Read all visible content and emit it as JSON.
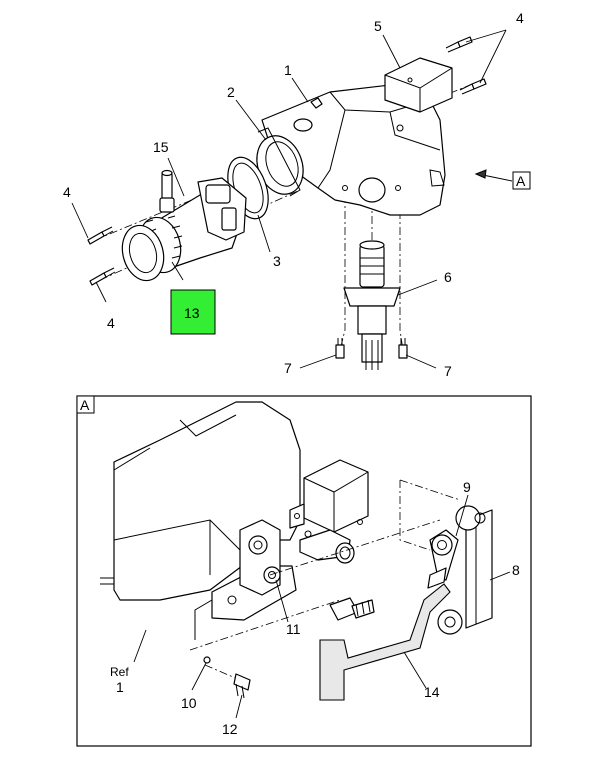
{
  "callouts": {
    "c1": "1",
    "c2": "2",
    "c3": "3",
    "c4a": "4",
    "c4b": "4",
    "c4c": "4",
    "c5": "5",
    "c6": "6",
    "c7a": "7",
    "c7b": "7",
    "c8": "8",
    "c9": "9",
    "c10": "10",
    "c11": "11",
    "c12": "12",
    "c13": "13",
    "c14": "14",
    "c15": "15",
    "ref_label": "Ref",
    "ref_num": "1"
  },
  "view_marker": "A",
  "detail_label": "A",
  "colors": {
    "highlight": "#33ee33",
    "line": "#000000",
    "background": "#ffffff"
  }
}
